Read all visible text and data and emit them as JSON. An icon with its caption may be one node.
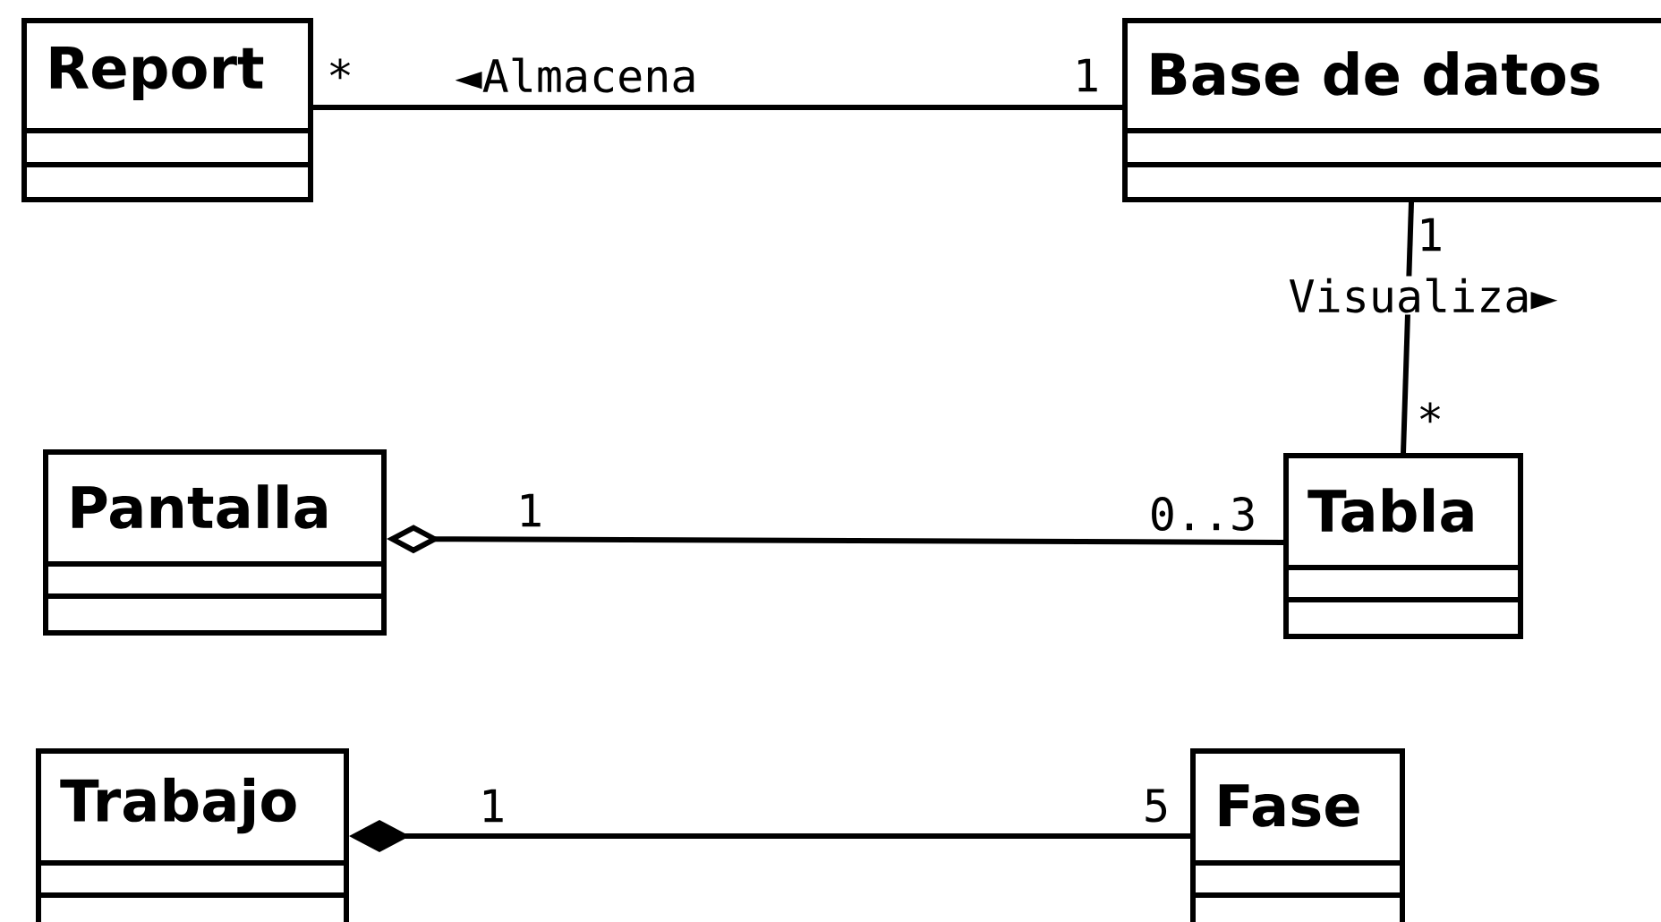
{
  "diagram": {
    "nodes": [
      {
        "text": [
          "Report"
        ]
      },
      {
        "text": [
          "Base de datos"
        ]
      },
      {
        "text": [
          "Pantalla"
        ]
      },
      {
        "text": [
          "Tabla"
        ]
      },
      {
        "text": [
          "Trabajo"
        ]
      },
      {
        "text": [
          "Fase"
        ]
      }
    ],
    "edges": [
      {
        "from": 0,
        "to": 1,
        "arrow": "none",
        "label": "◄Almacena"
      },
      {
        "from": 1,
        "to": 3,
        "arrow": "none",
        "label": "Visualiza►"
      },
      {
        "from": 2,
        "to": 3,
        "arrow": "other"
      },
      {
        "from": 4,
        "to": 5,
        "arrow": "other"
      }
    ],
    "labels": [
      "*",
      "1",
      "1",
      "*",
      "1",
      "0..3",
      "1",
      "5"
    ]
  }
}
